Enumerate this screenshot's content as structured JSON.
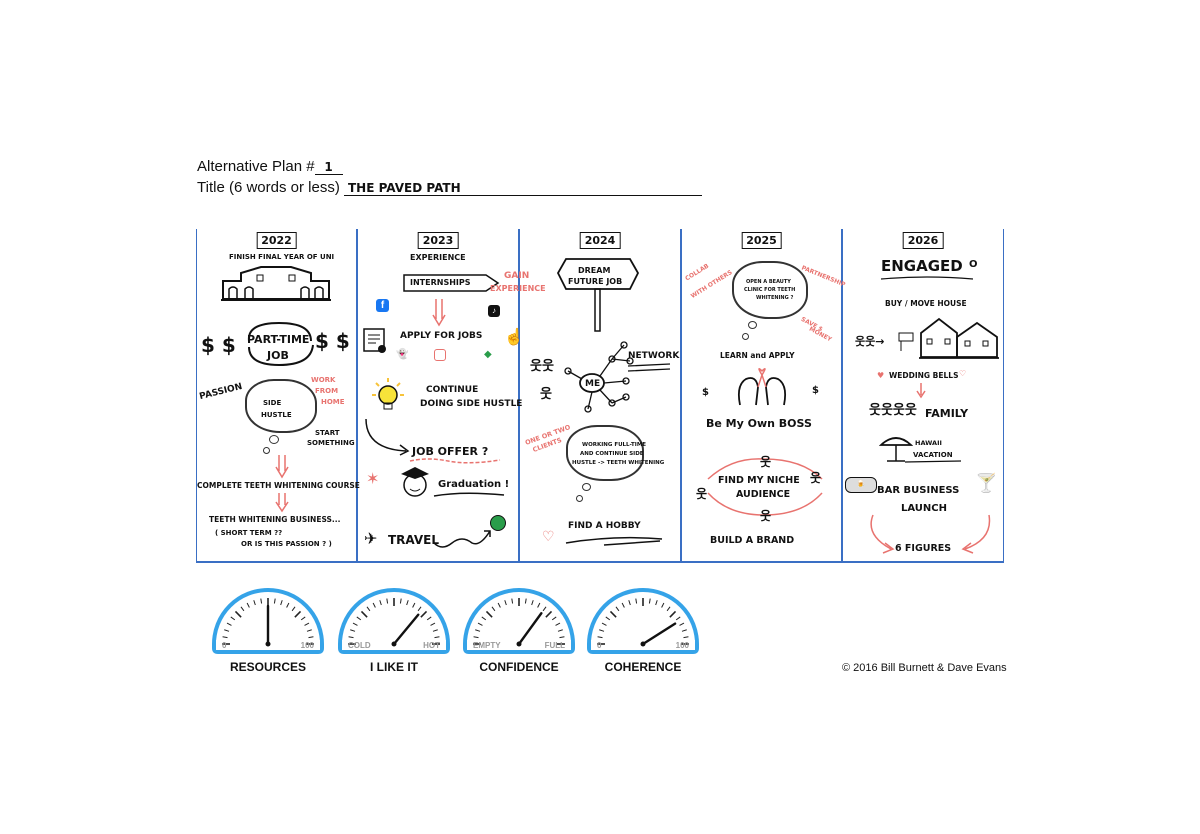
{
  "header": {
    "plan_label": "Alternative Plan #",
    "plan_number": "1",
    "title_label": "Title (6 words or less)",
    "title_value": "THE PAVED PATH"
  },
  "columns": [
    {
      "year": "2022",
      "items": {
        "finish": "FINISH FINAL YEAR OF UNI",
        "part_time": "PART-TIME",
        "job": "JOB",
        "passion": "PASSION",
        "side_hustle_1": "SIDE",
        "side_hustle_2": "HUSTLE",
        "work_from_home_1": "WORK",
        "work_from_home_2": "FROM",
        "work_from_home_3": "HOME",
        "start_something_1": "START",
        "start_something_2": "SOMETHING",
        "course": "COMPLETE TEETH WHITENING COURSE",
        "business": "TEETH WHITENING BUSINESS...",
        "short_term": "( SHORT TERM ??",
        "or_passion": "OR IS THIS PASSION ? )"
      }
    },
    {
      "year": "2023",
      "items": {
        "experience": "EXPERIENCE",
        "internships": "INTERNSHIPS",
        "gain_1": "GAIN",
        "gain_2": "EXPERIENCE",
        "apply": "APPLY FOR JOBS",
        "continue_1": "CONTINUE",
        "continue_2": "DOING SIDE HUSTLE",
        "job_offer": "JOB OFFER ?",
        "graduation": "Graduation !",
        "travel": "TRAVEL"
      }
    },
    {
      "year": "2024",
      "items": {
        "dream_1": "DREAM",
        "dream_2": "FUTURE JOB",
        "network": "NETWORK",
        "me": "ME",
        "one_or_two_1": "ONE OR TWO",
        "one_or_two_2": "CLIENTS",
        "working_1": "WORKING FULL-TIME",
        "working_2": "AND CONTINUE SIDE",
        "working_3": "HUSTLE -> TEETH WHITENING",
        "hobby": "FIND A HOBBY"
      }
    },
    {
      "year": "2025",
      "items": {
        "collab_1": "COLLAB",
        "collab_2": "WITH OTHERS",
        "open_1": "OPEN A BEAUTY",
        "open_2": "CLINIC FOR TEETH",
        "open_3": "WHITENING ?",
        "partnership": "PARTNERSHIP",
        "save_1": "SAVE $",
        "save_2": "MONEY",
        "learn": "LEARN and APPLY",
        "boss": "Be My Own BOSS",
        "niche_1": "FIND MY NICHE",
        "niche_2": "AUDIENCE",
        "brand": "BUILD A BRAND"
      }
    },
    {
      "year": "2026",
      "items": {
        "engaged": "ENGAGED",
        "buy_house": "BUY / MOVE HOUSE",
        "wedding": "WEDDING BELLS",
        "family": "FAMILY",
        "hawaii_1": "HAWAII",
        "hawaii_2": "VACATION",
        "bar_1": "BAR BUSINESS",
        "bar_2": "LAUNCH",
        "figures": "6 FIGURES"
      }
    }
  ],
  "gauges": [
    {
      "label": "RESOURCES",
      "left_text": "0",
      "right_text": "100",
      "level": 0.5
    },
    {
      "label": "I LIKE IT",
      "left_text": "COLD",
      "right_text": "HOT",
      "level": 0.72
    },
    {
      "label": "CONFIDENCE",
      "left_text": "EMPTY",
      "right_text": "FULL",
      "level": 0.7
    },
    {
      "label": "COHERENCE",
      "left_text": "0",
      "right_text": "100",
      "level": 0.82
    }
  ],
  "copyright": "© 2016 Bill Burnett & Dave Evans",
  "colors": {
    "border": "#3a6fc4",
    "accent_pink": "#e8736f",
    "gauge_blue": "#35a3e8"
  }
}
